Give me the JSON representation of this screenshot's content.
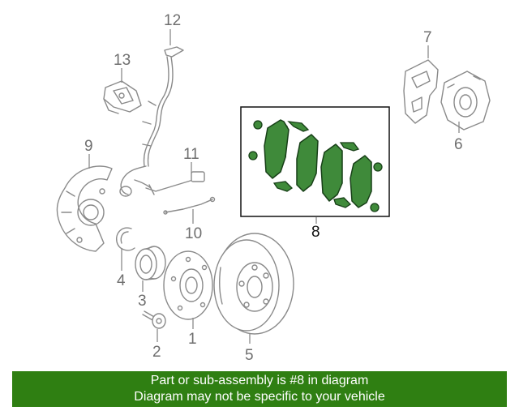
{
  "diagram": {
    "callouts": [
      "1",
      "2",
      "3",
      "4",
      "5",
      "6",
      "7",
      "8",
      "9",
      "10",
      "11",
      "12",
      "13"
    ],
    "highlight_color": "#3f8a3a",
    "highlighted_callout": "8"
  },
  "banner": {
    "line1": "Part or sub-assembly is #8 in diagram",
    "line2": "Diagram may not be specific to your vehicle",
    "background": "#2f7f12"
  }
}
